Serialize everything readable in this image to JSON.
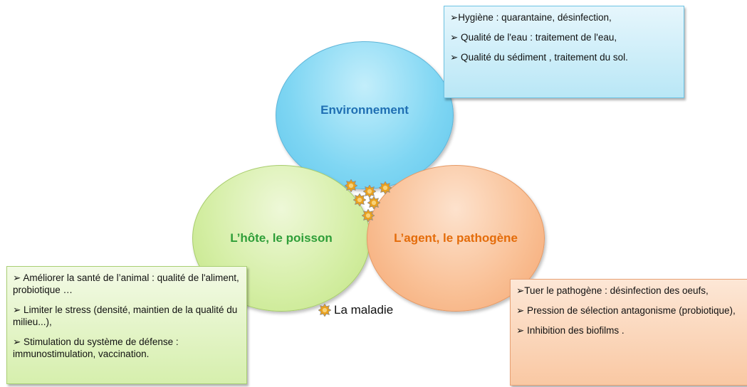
{
  "circles": {
    "environment": {
      "label": "Environnement",
      "color": "#1f6fb3"
    },
    "host": {
      "label": "L’hôte, le poisson",
      "color": "#2e9e38"
    },
    "agent": {
      "label": "L’agent,  le pathogène",
      "color": "#e46c0a"
    }
  },
  "boxes": {
    "environment": {
      "items": [
        "➢Hygiène : quarantaine,  désinfection,",
        "➢ Qualité de l'eau : traitement de l'eau,",
        "➢ Qualité du sédiment , traitement  du sol."
      ]
    },
    "host": {
      "items": [
        "➢ Améliorer la santé de l’animal : qualité de l'aliment, probiotique …",
        "➢ Limiter le stress (densité, maintien de la qualité  du milieu...),",
        "➢ Stimulation du système de défense : immunostimulation, vaccination."
      ]
    },
    "agent": {
      "items": [
        "➢Tuer le pathogène : désinfection  des oeufs,",
        "➢ Pression de sélection antagonisme (probiotique),",
        "➢ Inhibition des biofilms ."
      ]
    }
  },
  "legend": {
    "label": "La maladie",
    "icon": "gear-icon",
    "icon_color": "#e8a020"
  }
}
